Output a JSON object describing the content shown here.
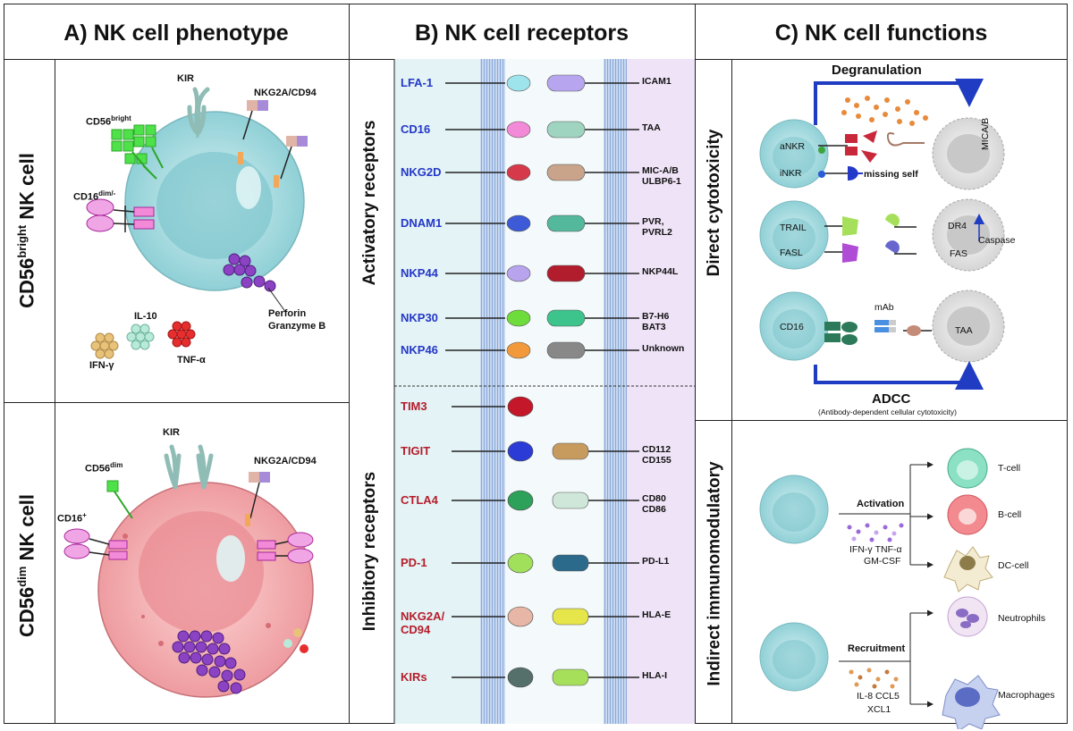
{
  "panels": {
    "a_title": "A) NK cell phenotype",
    "b_title": "B) NK cell receptors",
    "c_title": "C) NK cell functions"
  },
  "panel_a": {
    "row1_label_main": "CD56",
    "row1_label_sup": "bright",
    "row1_label_tail": " NK cell",
    "row2_label_main": "CD56",
    "row2_label_sup": "dim",
    "row2_label_tail": " NK cell",
    "top_cell": {
      "kir": "KIR",
      "nkg2a": "NKG2A/CD94",
      "cd56": "CD56",
      "cd56_sup": "bright",
      "cd16": "CD16",
      "cd16_sup": "dim/-",
      "perforin": "Perforin",
      "granzyme": "Granzyme B",
      "il10": "IL-10",
      "ifng": "IFN-γ",
      "tnfa": "TNF-α"
    },
    "bottom_cell": {
      "kir": "KIR",
      "nkg2a": "NKG2A/CD94",
      "cd56": "CD56",
      "cd56_sup": "dim",
      "cd16": "CD16",
      "cd16_sup": "+"
    }
  },
  "panel_b": {
    "activatory_title": "Activatory receptors",
    "inhibitory_title": "Inhibitory receptors",
    "activatory": [
      {
        "receptor": "LFA-1",
        "ligand": "ICAM1"
      },
      {
        "receptor": "CD16",
        "ligand": "TAA"
      },
      {
        "receptor": "NKG2D",
        "ligand": "MIC-A/B\nULBP6-1"
      },
      {
        "receptor": "DNAM1",
        "ligand": "PVR,\nPVRL2"
      },
      {
        "receptor": "NKP44",
        "ligand": "NKP44L"
      },
      {
        "receptor": "NKP30",
        "ligand": "B7-H6\nBAT3"
      },
      {
        "receptor": "NKP46",
        "ligand": "Unknown"
      }
    ],
    "inhibitory": [
      {
        "receptor": "TIM3",
        "ligand": ""
      },
      {
        "receptor": "TIGIT",
        "ligand": "CD112\nCD155"
      },
      {
        "receptor": "CTLA4",
        "ligand": "CD80\nCD86"
      },
      {
        "receptor": "PD-1",
        "ligand": "PD-L1"
      },
      {
        "receptor": "NKG2A/\nCD94",
        "ligand": "HLA-E"
      },
      {
        "receptor": "KIRs",
        "ligand": "HLA-I"
      }
    ]
  },
  "panel_c": {
    "direct_title": "Direct cytotoxicity",
    "indirect_title": "Indirect immunomodulatory",
    "degranulation": "Degranulation",
    "ankr": "aNKR",
    "inkr": "iNKR",
    "mica": "MICA/B",
    "missing_self": "missing self",
    "trail": "TRAIL",
    "fasl": "FASL",
    "dr4": "DR4",
    "fas": "FAS",
    "caspase": "Caspase",
    "cd16": "CD16",
    "mab": "mAb",
    "taa": "TAA",
    "adcc": "ADCC",
    "adcc_full": "(Antibody-dependent cellular cytotoxicity)",
    "activation": "Activation",
    "act_cytokines_1": "IFN-γ   TNF-α",
    "act_cytokines_2": "GM-CSF",
    "tcell": "T-cell",
    "bcell": "B-cell",
    "dccell": "DC-cell",
    "recruitment": "Recruitment",
    "rec_cytokines_1": "IL-8   CCL5",
    "rec_cytokines_2": "XCL1",
    "neutrophils": "Neutrophils",
    "macrophages": "Macrophages"
  },
  "colors": {
    "nk_bright": "#a8dde0",
    "nk_dim": "#f2a9aa",
    "membrane": "#9bb8e0",
    "receptor_blue": "#2438c9",
    "receptor_red": "#b51d2c",
    "inhibit_bg": "#efe3f7",
    "activ_bg": "#e4f3f5"
  }
}
